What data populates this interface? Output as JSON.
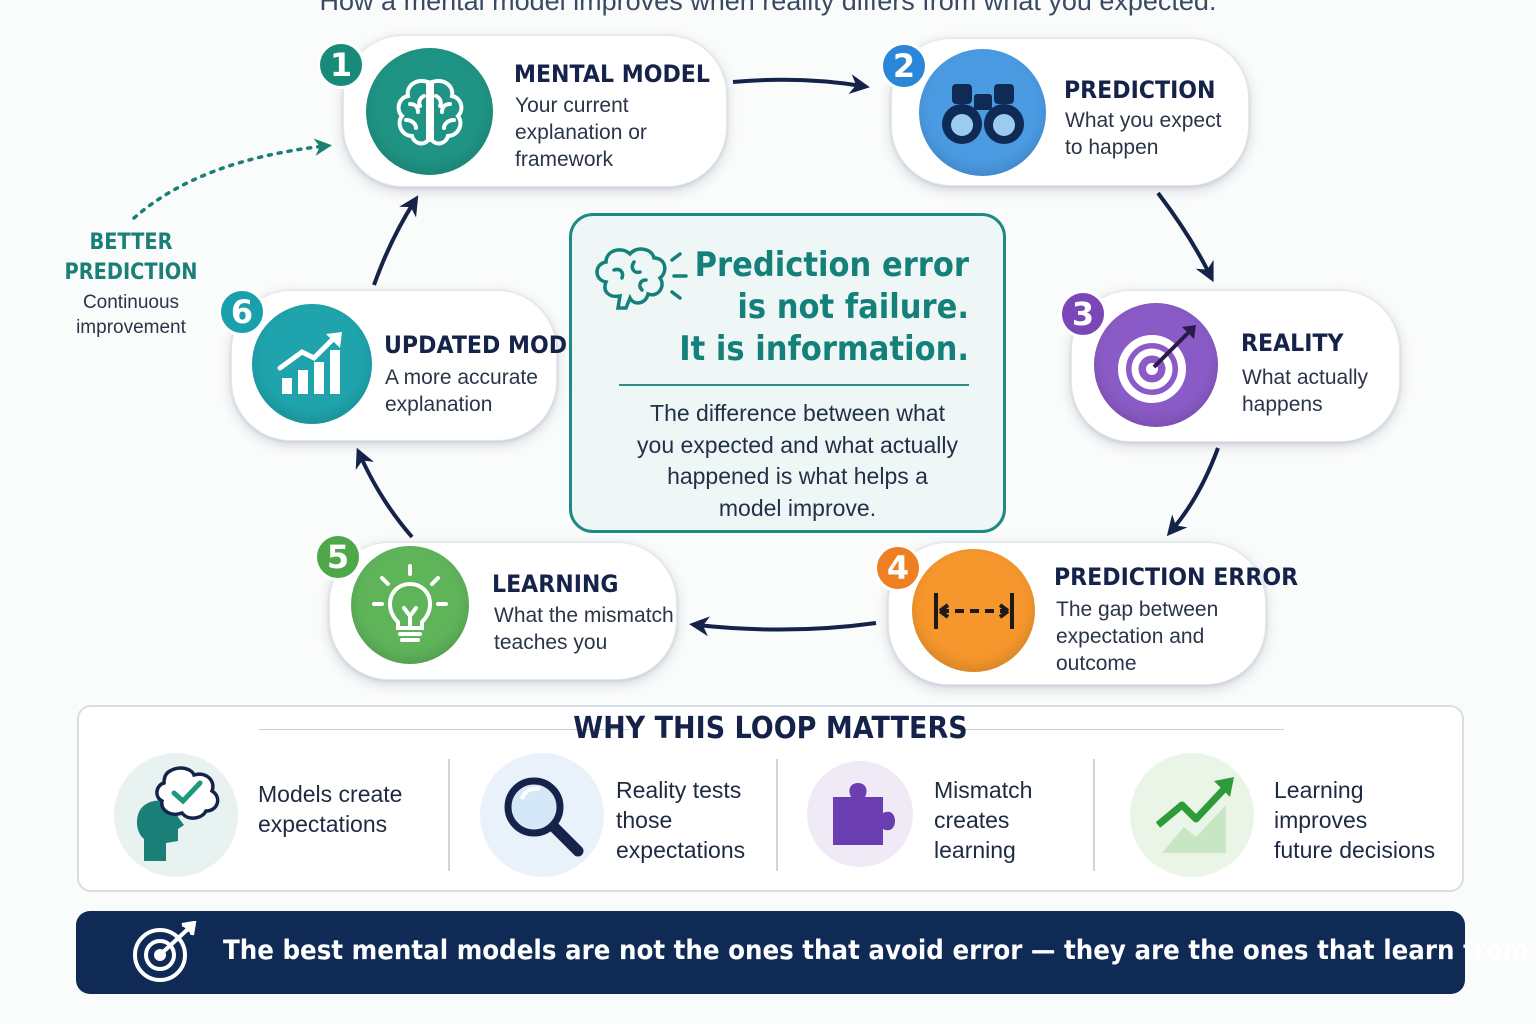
{
  "subtitle": "How a mental model improves when reality differs from what you expected.",
  "stages": [
    {
      "number": "1",
      "title": "MENTAL MODEL",
      "description": [
        "Your current",
        "explanation or",
        "framework"
      ],
      "icon": "brain-icon",
      "color": "#1f9484",
      "badge_color": "#178a78"
    },
    {
      "number": "2",
      "title": "PREDICTION",
      "description": [
        "What you expect",
        "to happen"
      ],
      "icon": "binoculars-icon",
      "color": "#3f92e0",
      "badge_color": "#2a86d8"
    },
    {
      "number": "3",
      "title": "REALITY",
      "description": [
        "What actually",
        "happens"
      ],
      "icon": "target-icon",
      "color": "#8a5bc6",
      "badge_color": "#7b46b8"
    },
    {
      "number": "4",
      "title": "PREDICTION ERROR",
      "description": [
        "The gap between",
        "expectation and",
        "outcome"
      ],
      "icon": "gap-measure-icon",
      "color": "#f5972c",
      "badge_color": "#ee7f22"
    },
    {
      "number": "5",
      "title": "LEARNING",
      "description": [
        "What the mismatch",
        "teaches you"
      ],
      "icon": "lightbulb-icon",
      "color": "#5fb45a",
      "badge_color": "#4ea84a"
    },
    {
      "number": "6",
      "title": "UPDATED MODEL",
      "description": [
        "A more accurate",
        "explanation"
      ],
      "icon": "growth-chart-icon",
      "color": "#1fa4ad",
      "badge_color": "#1aa0ab"
    }
  ],
  "better_prediction": {
    "title_line1": "BETTER",
    "title_line2": "PREDICTION",
    "sub_line1": "Continuous",
    "sub_line2": "improvement"
  },
  "center": {
    "headline": [
      "Prediction error",
      "is not failure.",
      "It is information."
    ],
    "body": [
      "The difference between what",
      "you expected and what actually",
      "happened is what helps a",
      "model improve."
    ]
  },
  "why": {
    "title": "WHY THIS LOOP MATTERS",
    "items": [
      {
        "text": [
          "Models create",
          "expectations"
        ],
        "icon": "head-thought-check-icon"
      },
      {
        "text": [
          "Reality tests",
          "those",
          "expectations"
        ],
        "icon": "magnifier-icon"
      },
      {
        "text": [
          "Mismatch",
          "creates",
          "learning"
        ],
        "icon": "puzzle-piece-icon"
      },
      {
        "text": [
          "Learning",
          "improves",
          "future decisions"
        ],
        "icon": "trend-up-icon"
      }
    ]
  },
  "banner": {
    "text": "The best mental models are not the ones that avoid error — they are the ones that learn from it.",
    "icon": "target-arrow-icon"
  },
  "colors": {
    "navy": "#15234a",
    "teal": "#1a7f76",
    "banner_bg": "#0f2a55"
  }
}
